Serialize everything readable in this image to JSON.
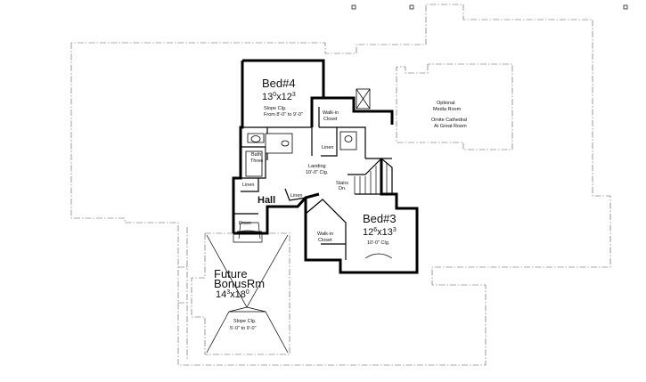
{
  "rooms": {
    "bed4": {
      "name": "Bed#4",
      "dim_a": "13",
      "dim_a_sup": "0",
      "dim_b": "x12",
      "dim_b_sup": "3",
      "note1": "Slope Clg.",
      "note2": "From 8'-0\" to 9'-0\""
    },
    "bed3": {
      "name": "Bed#3",
      "dim_a": "12",
      "dim_a_sup": "6",
      "dim_b": "x13",
      "dim_b_sup": "3",
      "note": "10'-0\" Clg."
    },
    "bonus": {
      "name1": "Future",
      "name2": "BonusRm",
      "dim_a": "14",
      "dim_a_sup": "3",
      "dim_b": "x18",
      "dim_b_sup": "0",
      "note1": "Slope Clg.",
      "note2": "5'-0\" to 9'-0\""
    },
    "media": {
      "line1": "Optional",
      "line2": "Media Room",
      "line3": "Omite Cathedral",
      "line4": "At Great Room"
    },
    "hall": "Hall",
    "bath": {
      "line1": "Bath",
      "line2": "Three"
    },
    "landing": {
      "line1": "Landing",
      "line2": "10'-0\" Clg."
    },
    "stairs": {
      "line1": "Stairs",
      "line2": "Dn."
    },
    "linen_left": "Linen",
    "linen_mid": "Linen",
    "linen_top": "Linen",
    "walkin_top": {
      "line1": "Walk-in",
      "line2": "Closet"
    },
    "walkin_bottom": {
      "line1": "Walk-in",
      "line2": "Closet"
    },
    "down": "Down"
  }
}
